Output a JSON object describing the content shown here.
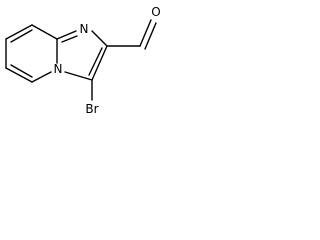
{
  "molecule": {
    "atoms": {
      "n_imine": "N",
      "n_bridge": "N",
      "bromine": "Br",
      "aldehyde_oxygen": "O"
    }
  }
}
